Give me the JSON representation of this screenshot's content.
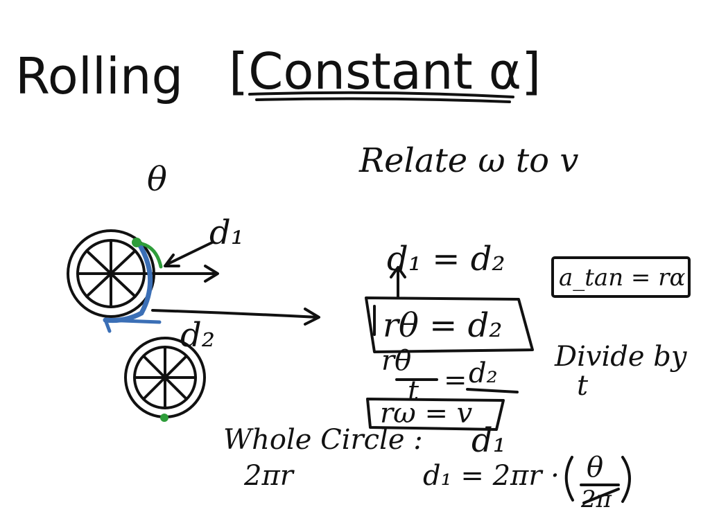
{
  "heading": {
    "word": "Rolling",
    "bracket_text": "[Constant α]"
  },
  "labels": {
    "theta": "θ",
    "relate": "Relate ω to v",
    "d1": "d₁",
    "d2": "d₂",
    "eq1": "d₁ = d₂",
    "eq2": "rθ = d₂",
    "eq3_num_left": "rθ",
    "eq3_den_left": "t",
    "eq3_num_right": "d₂",
    "eq4": "rω = v",
    "atan": "a_tan = rα",
    "divide_by": "Divide by",
    "divide_t": "t",
    "whole_circle": "Whole Circle :",
    "two_pi_r": "2πr",
    "d1_small": "d₁",
    "d1_formula_left": "d₁ = 2πr ·",
    "frac_num": "θ",
    "frac_den": "2π"
  },
  "colors": {
    "ink": "#111111",
    "arc": "#3b6fb6",
    "dot": "#2e9d3a"
  }
}
